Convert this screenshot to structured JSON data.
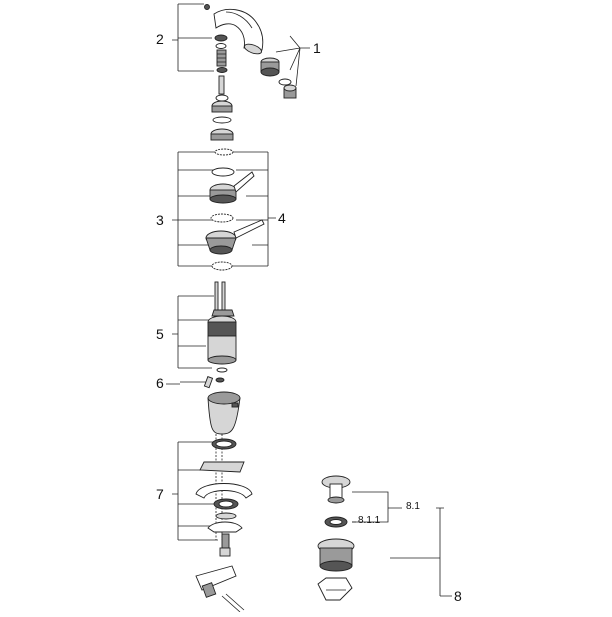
{
  "callouts": {
    "c1": "1",
    "c2": "2",
    "c3": "3",
    "c4": "4",
    "c5": "5",
    "c6": "6",
    "c7": "7",
    "c8": "8",
    "c81": "8.1",
    "c811": "8.1.1"
  }
}
